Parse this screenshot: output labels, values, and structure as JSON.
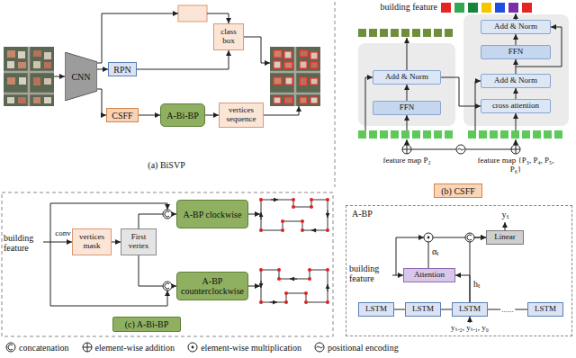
{
  "diagram": {
    "nodes": [
      {
        "text": [
          "CNN"
        ]
      },
      {
        "text": [
          "RPN"
        ]
      },
      {
        "text": [
          "CSFF"
        ]
      },
      {
        "text": [
          "class box"
        ]
      },
      {
        "text": [
          "A-Bi-BP"
        ]
      },
      {
        "text": [
          "vertices sequence"
        ]
      },
      {
        "text": [
          "Add & Norm"
        ]
      },
      {
        "text": [
          "FFN"
        ]
      },
      {
        "text": [
          "Add & Norm"
        ]
      },
      {
        "text": [
          "Add & Norm"
        ]
      },
      {
        "text": [
          "FFN"
        ]
      },
      {
        "text": [
          "cross attention"
        ]
      },
      {
        "text": [
          "(b) CSFF"
        ]
      },
      {
        "text": [
          "vertices mask"
        ]
      },
      {
        "text": [
          "First vertex"
        ]
      },
      {
        "text": [
          "A-BP clockwise"
        ]
      },
      {
        "text": [
          "A-BP counterclockwise"
        ]
      },
      {
        "text": [
          "(c) A-Bi-BP"
        ]
      },
      {
        "text": [
          "A-BP"
        ]
      },
      {
        "text": [
          "Linear"
        ],
        "in": 18
      },
      {
        "text": [
          "Attention"
        ],
        "in": 18
      },
      {
        "text": [
          "LSTM"
        ],
        "in": 18
      },
      {
        "text": [
          "LSTM"
        ],
        "in": 18
      },
      {
        "text": [
          "LSTM"
        ],
        "in": 18
      },
      {
        "text": [
          "LSTM"
        ],
        "in": 18
      }
    ],
    "edges": [
      {
        "from": 0,
        "to": 1,
        "arrow": "to"
      },
      {
        "from": 0,
        "to": 2,
        "arrow": "to"
      },
      {
        "from": 1,
        "to": 3,
        "arrow": "to"
      },
      {
        "from": 2,
        "to": 4,
        "arrow": "to"
      },
      {
        "from": 4,
        "to": 5,
        "arrow": "to"
      },
      {
        "from": 10,
        "to": 8,
        "arrow": "to"
      },
      {
        "from": 11,
        "to": 9,
        "arrow": "to"
      },
      {
        "from": 9,
        "to": 7,
        "arrow": "to"
      },
      {
        "from": 7,
        "to": 6,
        "arrow": "to"
      },
      {
        "from": 8,
        "to": 11,
        "arrow": "to"
      },
      {
        "from": 13,
        "to": 14,
        "arrow": "to"
      },
      {
        "from": 14,
        "to": 15,
        "arrow": "to"
      },
      {
        "from": 14,
        "to": 16,
        "arrow": "to"
      },
      {
        "from": 23,
        "to": 20,
        "arrow": "to"
      },
      {
        "from": 20,
        "to": 19,
        "arrow": "to"
      },
      {
        "from": 23,
        "to": 19,
        "arrow": "to"
      },
      {
        "from": 21,
        "to": 22,
        "arrow": "none"
      },
      {
        "from": 22,
        "to": 23,
        "arrow": "none"
      },
      {
        "from": 23,
        "to": 24,
        "arrow": "none",
        "label": "......"
      }
    ],
    "labels": [
      "(a) BiSVP",
      "building feature",
      "feature map P₂",
      "feature map {P₃, P₄, P₅, P₆}",
      "building feature",
      "conv",
      "building feature",
      "yₜ",
      "αₜ",
      "hₜ",
      "yₜ₋₂, yₜ₋₁, y₀"
    ],
    "legend": [
      {
        "text": "concatenation"
      },
      {
        "text": "element-wise addition"
      },
      {
        "text": "element-wise multiplication"
      },
      {
        "text": "positional encoding"
      }
    ]
  }
}
